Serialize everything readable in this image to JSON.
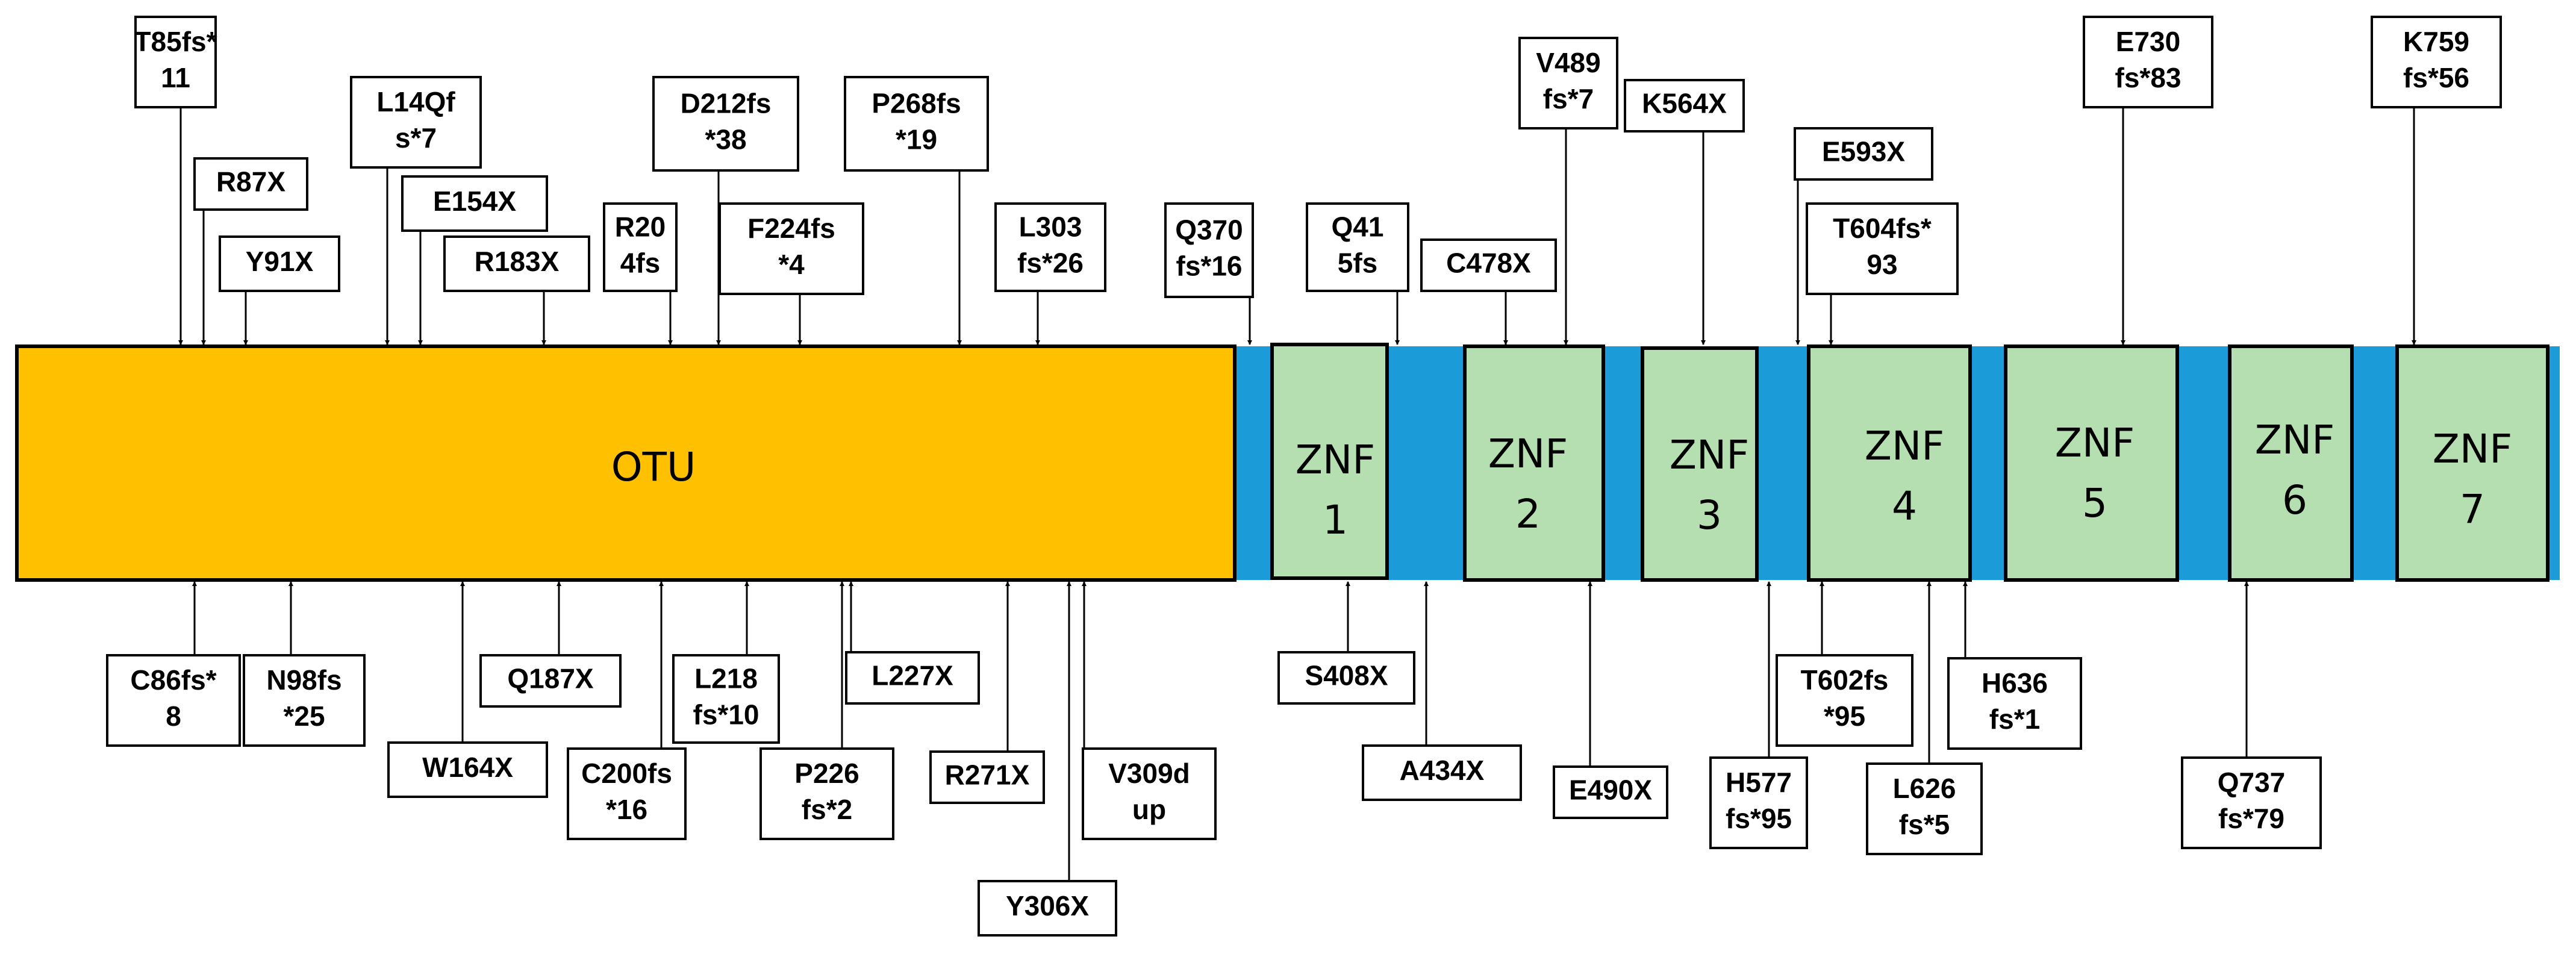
{
  "protein": {
    "domains": [
      {
        "id": "otu",
        "lines": [
          "OTU"
        ]
      },
      {
        "id": "znf1",
        "lines": [
          "ZNF",
          "1"
        ]
      },
      {
        "id": "znf2",
        "lines": [
          "ZNF",
          "2"
        ]
      },
      {
        "id": "znf3",
        "lines": [
          "ZNF",
          "3"
        ]
      },
      {
        "id": "znf4",
        "lines": [
          "ZNF",
          "4"
        ]
      },
      {
        "id": "znf5",
        "lines": [
          "ZNF",
          "5"
        ]
      },
      {
        "id": "znf6",
        "lines": [
          "ZNF",
          "6"
        ]
      },
      {
        "id": "znf7",
        "lines": [
          "ZNF",
          "7"
        ]
      }
    ],
    "colors": {
      "otu": "#FFC000",
      "linker": "#1B9BD7",
      "znf": "#B5DFB0",
      "outline": "#000000"
    }
  },
  "mutations_top": [
    {
      "id": "t85fs11",
      "lines": [
        "T85fs*",
        "11"
      ]
    },
    {
      "id": "r87x",
      "lines": [
        "R87X"
      ]
    },
    {
      "id": "y91x",
      "lines": [
        "Y91X"
      ]
    },
    {
      "id": "l14qfs7",
      "lines": [
        "L14Qf",
        "s*7"
      ]
    },
    {
      "id": "e154x",
      "lines": [
        "E154X"
      ]
    },
    {
      "id": "r183x",
      "lines": [
        "R183X"
      ]
    },
    {
      "id": "r204fs",
      "lines": [
        "R20",
        "4fs"
      ]
    },
    {
      "id": "d212fs38",
      "lines": [
        "D212fs",
        "*38"
      ]
    },
    {
      "id": "f224fs4",
      "lines": [
        "F224fs",
        "*4"
      ]
    },
    {
      "id": "p268fs19",
      "lines": [
        "P268fs",
        "*19"
      ]
    },
    {
      "id": "l303fs26",
      "lines": [
        "L303",
        "fs*26"
      ]
    },
    {
      "id": "q370fs16",
      "lines": [
        "Q370",
        "fs*16"
      ]
    },
    {
      "id": "q415fs",
      "lines": [
        "Q41",
        "5fs"
      ]
    },
    {
      "id": "c478x",
      "lines": [
        "C478X"
      ]
    },
    {
      "id": "v489fs7",
      "lines": [
        "V489",
        "fs*7"
      ]
    },
    {
      "id": "k564x",
      "lines": [
        "K564X"
      ]
    },
    {
      "id": "e593x",
      "lines": [
        "E593X"
      ]
    },
    {
      "id": "t604fs93",
      "lines": [
        "T604fs*",
        "93"
      ]
    },
    {
      "id": "e730fs83",
      "lines": [
        "E730",
        "fs*83"
      ]
    },
    {
      "id": "k759fs56",
      "lines": [
        "K759",
        "fs*56"
      ]
    }
  ],
  "mutations_bottom": [
    {
      "id": "c86fs8",
      "lines": [
        "C86fs*",
        "8"
      ]
    },
    {
      "id": "n98fs25",
      "lines": [
        "N98fs",
        "*25"
      ]
    },
    {
      "id": "w164x",
      "lines": [
        "W164X"
      ]
    },
    {
      "id": "q187x",
      "lines": [
        "Q187X"
      ]
    },
    {
      "id": "c200fs16",
      "lines": [
        "C200fs",
        "*16"
      ]
    },
    {
      "id": "l218fs10",
      "lines": [
        "L218",
        "fs*10"
      ]
    },
    {
      "id": "p226fs2",
      "lines": [
        "P226",
        "fs*2"
      ]
    },
    {
      "id": "l227x",
      "lines": [
        "L227X"
      ]
    },
    {
      "id": "r271x",
      "lines": [
        "R271X"
      ]
    },
    {
      "id": "y306x",
      "lines": [
        "Y306X"
      ]
    },
    {
      "id": "v309dup",
      "lines": [
        "V309d",
        "up"
      ]
    },
    {
      "id": "s408x",
      "lines": [
        "S408X"
      ]
    },
    {
      "id": "a434x",
      "lines": [
        "A434X"
      ]
    },
    {
      "id": "e490x",
      "lines": [
        "E490X"
      ]
    },
    {
      "id": "h577fs95",
      "lines": [
        "H577",
        "fs*95"
      ]
    },
    {
      "id": "t602fs95",
      "lines": [
        "T602fs",
        "*95"
      ]
    },
    {
      "id": "l626fs5",
      "lines": [
        "L626",
        "fs*5"
      ]
    },
    {
      "id": "h636fs1",
      "lines": [
        "H636",
        "fs*1"
      ]
    },
    {
      "id": "q737fs79",
      "lines": [
        "Q737",
        "fs*79"
      ]
    }
  ]
}
